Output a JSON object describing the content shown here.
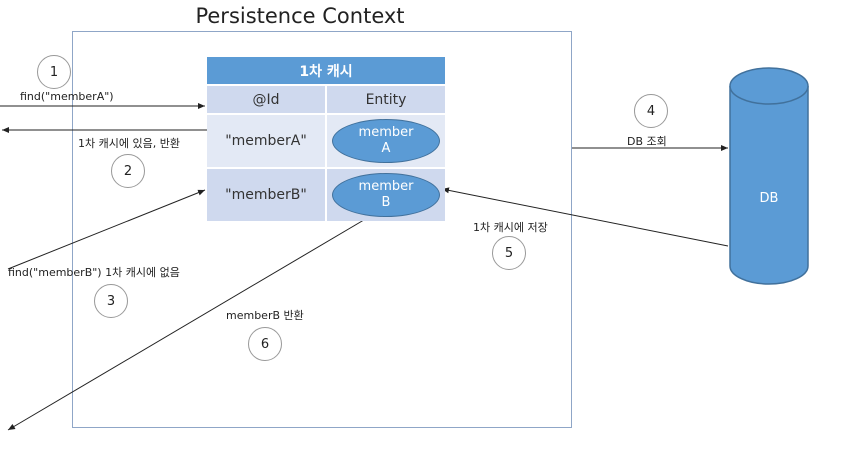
{
  "title": "Persistence Context",
  "cache": {
    "title": "1차 캐시",
    "header": {
      "id": "@Id",
      "entity": "Entity"
    },
    "rows": [
      {
        "id": "\"memberA\"",
        "entity": "member\nA"
      },
      {
        "id": "\"memberB\"",
        "entity": "member\nB"
      }
    ]
  },
  "db_label": "DB",
  "steps": [
    {
      "number": "1",
      "text": "find(\"memberA\")"
    },
    {
      "number": "2",
      "text": "1차 캐시에 있음, 반환"
    },
    {
      "number": "3",
      "text": "find(\"memberB\") 1차 캐시에 없음"
    },
    {
      "number": "4",
      "text": "DB 조회"
    },
    {
      "number": "5",
      "text": "1차 캐시에 저장"
    },
    {
      "number": "6",
      "text": "memberB 반환"
    }
  ],
  "colors": {
    "primary": "#5b9bd5",
    "header": "#cfd9ee",
    "light": "#e3e9f5",
    "border": "#8fa6c7"
  }
}
